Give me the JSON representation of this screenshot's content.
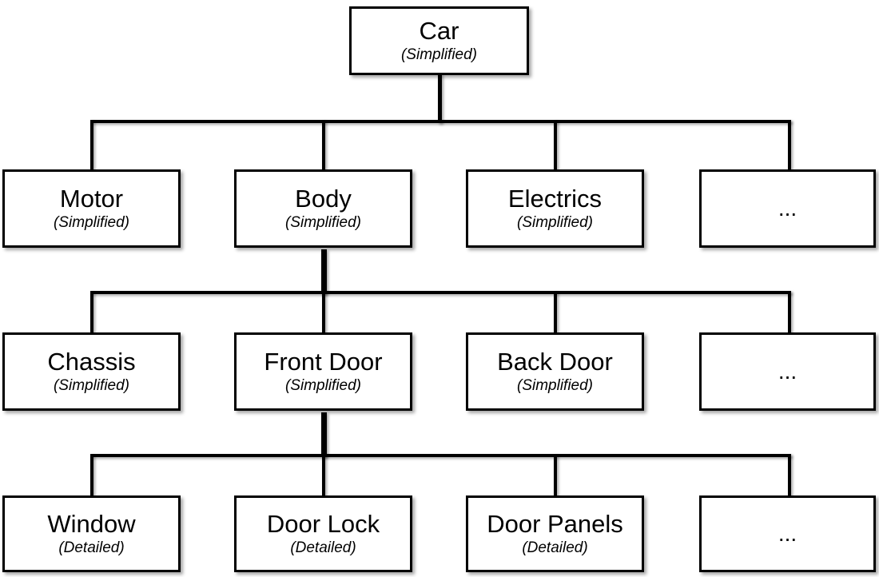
{
  "diagram": {
    "root": {
      "title": "Car",
      "subtitle": "(Simplified)"
    },
    "level1": [
      {
        "title": "Motor",
        "subtitle": "(Simplified)"
      },
      {
        "title": "Body",
        "subtitle": "(Simplified)"
      },
      {
        "title": "Electrics",
        "subtitle": "(Simplified)"
      },
      {
        "title": "...",
        "subtitle": ""
      }
    ],
    "level2": [
      {
        "title": "Chassis",
        "subtitle": "(Simplified)"
      },
      {
        "title": "Front Door",
        "subtitle": "(Simplified)"
      },
      {
        "title": "Back Door",
        "subtitle": "(Simplified)"
      },
      {
        "title": "...",
        "subtitle": ""
      }
    ],
    "level3": [
      {
        "title": "Window",
        "subtitle": "(Detailed)"
      },
      {
        "title": "Door Lock",
        "subtitle": "(Detailed)"
      },
      {
        "title": "Door Panels",
        "subtitle": "(Detailed)"
      },
      {
        "title": "...",
        "subtitle": ""
      }
    ],
    "colors": {
      "line": "#000000",
      "box_border": "#000000",
      "background": "#ffffff"
    }
  }
}
